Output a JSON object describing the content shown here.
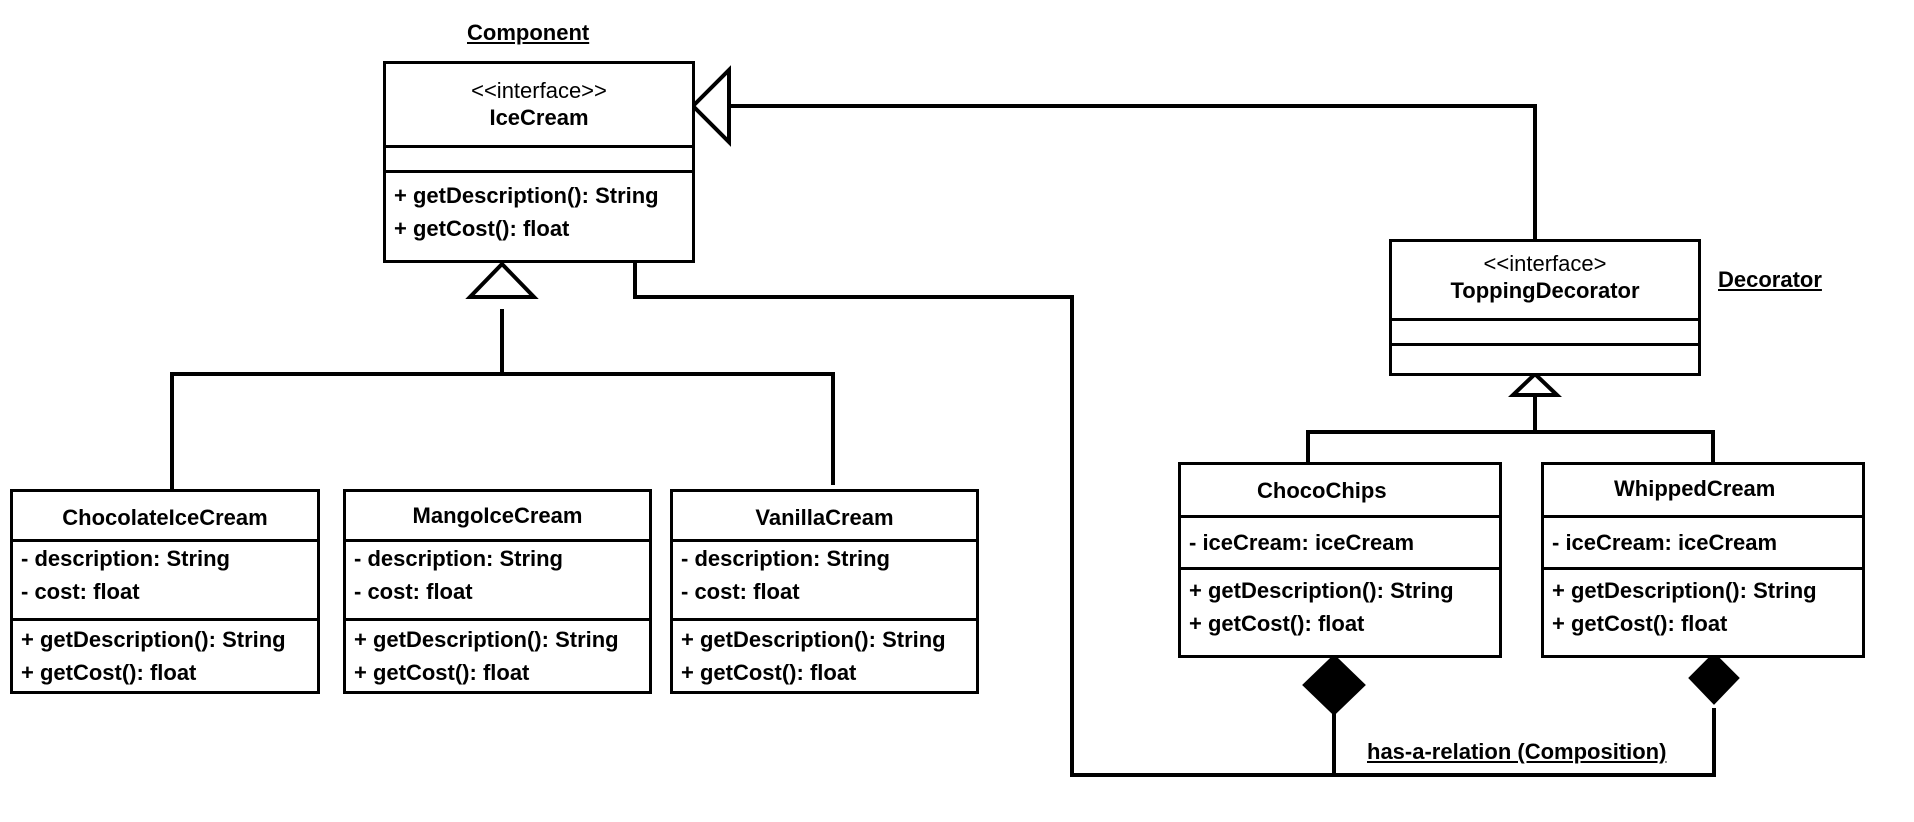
{
  "labels": {
    "component": "Component",
    "decorator": "Decorator",
    "composition": "has-a-relation (Composition)"
  },
  "classes": {
    "icecream": {
      "stereotype": "<<interface>>",
      "name": "IceCream",
      "methods": [
        "+ getDescription(): String",
        "+ getCost(): float"
      ]
    },
    "topping": {
      "stereotype": "<<interface>",
      "name": "ToppingDecorator"
    },
    "chocolate": {
      "name": "ChocolateIceCream",
      "attributes": [
        "- description: String",
        "- cost: float"
      ],
      "methods": [
        "+ getDescription(): String",
        "+ getCost(): float"
      ]
    },
    "mango": {
      "name": "MangoIceCream",
      "attributes": [
        "- description: String",
        "- cost: float"
      ],
      "methods": [
        "+ getDescription(): String",
        "+ getCost(): float"
      ]
    },
    "vanilla": {
      "name": "VanillaCream",
      "attributes": [
        "- description: String",
        "- cost: float"
      ],
      "methods": [
        "+ getDescription(): String",
        "+ getCost(): float"
      ]
    },
    "chocochips": {
      "name": "ChocoChips",
      "attributes": [
        "- iceCream: iceCream"
      ],
      "methods": [
        "+ getDescription(): String",
        "+ getCost(): float"
      ]
    },
    "whipped": {
      "name": "WhippedCream",
      "attributes": [
        "- iceCream: iceCream"
      ],
      "methods": [
        "+ getDescription(): String",
        "+ getCost(): float"
      ]
    }
  }
}
